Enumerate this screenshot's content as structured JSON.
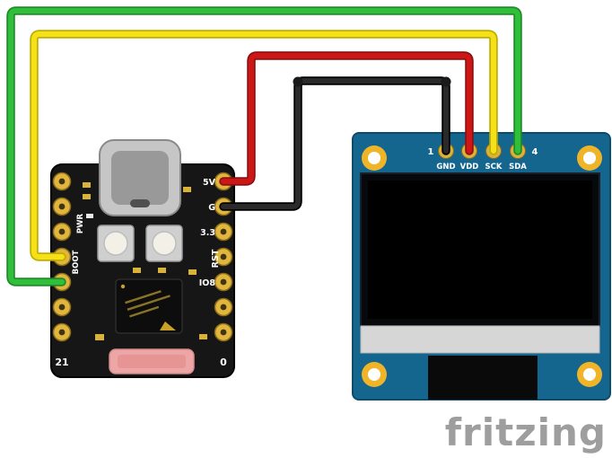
{
  "watermark": "fritzing",
  "board": {
    "labels": {
      "pin5v": "5V",
      "ping": "G",
      "pin33": "3.3",
      "rst": "RST",
      "io8": "IO8",
      "pwr": "PWR",
      "boot": "BOOT",
      "pin21": "21",
      "pin0": "0"
    }
  },
  "oled": {
    "pin_number_first": "1",
    "pin_number_last": "4",
    "pins": [
      {
        "label": "GND"
      },
      {
        "label": "VDD"
      },
      {
        "label": "SCK"
      },
      {
        "label": "SDA"
      }
    ]
  },
  "wires": {
    "green": {
      "signal": "SDA",
      "color": "#2fbf3a",
      "outline": "#1e8c28"
    },
    "yellow": {
      "signal": "SCK",
      "color": "#f6e018",
      "outline": "#bfae00"
    },
    "red": {
      "signal": "VDD",
      "color": "#cd1717",
      "outline": "#8e1010"
    },
    "black": {
      "signal": "GND",
      "color": "#2a2a2a",
      "outline": "#000000"
    }
  },
  "colors": {
    "oled_pcb": "#15668f",
    "watermark_gray": "#9e9e9e"
  }
}
